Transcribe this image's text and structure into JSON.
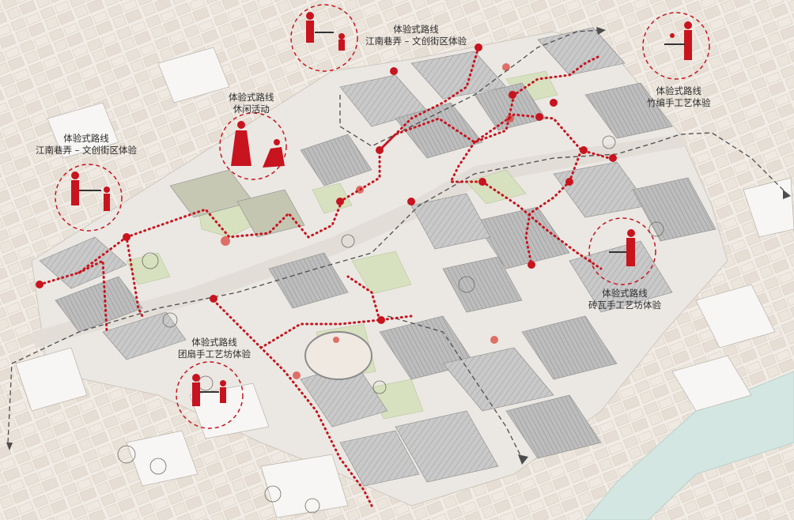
{
  "colors": {
    "route_red": "#c8141e",
    "main_path_gray": "#555555",
    "background": "#f3efe9",
    "roof_gray": "#b9b9b9",
    "green_space": "#d7e0bf",
    "water": "#cfe3df"
  },
  "labels": [
    {
      "id": "top-center",
      "title": "体验式路线",
      "subtitle": "江南巷弄 – 文创街区体验"
    },
    {
      "id": "top-left",
      "title": "体验式路线",
      "subtitle": "休闲活动"
    },
    {
      "id": "left",
      "title": "体验式路线",
      "subtitle": "江南巷弄 – 文创街区体验"
    },
    {
      "id": "right-top",
      "title": "体验式路线",
      "subtitle": "竹编手工艺体验"
    },
    {
      "id": "right-mid",
      "title": "体验式路线",
      "subtitle": "砖瓦手工艺坊体验"
    },
    {
      "id": "bottom-left",
      "title": "体验式路线",
      "subtitle": "团扇手工艺坊体验"
    }
  ],
  "activity_icons": [
    "table-person-icon",
    "relaxing-people-icon",
    "table-person-icon",
    "table-person-icon",
    "standing-person-icon",
    "table-person-icon"
  ]
}
